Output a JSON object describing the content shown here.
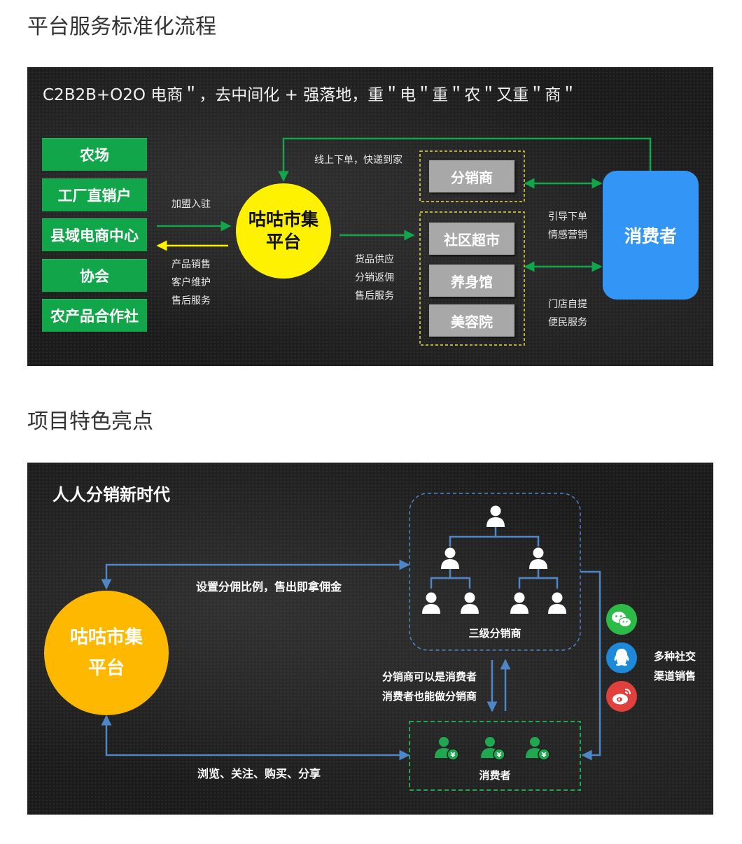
{
  "section1": {
    "title": "平台服务标准化流程",
    "headline": "C2B2B+O2O 电商＂，去中间化 + 强落地，重＂电＂重＂农＂又重＂商＂",
    "suppliers": [
      "农场",
      "工厂直销户",
      "县域电商中心",
      "协会",
      "农产品合作社"
    ],
    "join_label": "加盟入驻",
    "platform_services": [
      "产品销售",
      "客户维护",
      "售后服务"
    ],
    "platform": {
      "line1": "咕咕市集",
      "line2": "平台"
    },
    "order_label": "线上下单，快递到家",
    "supply_services": [
      "货品供应",
      "分销返佣",
      "售后服务"
    ],
    "distributor": "分销商",
    "stores": [
      "社区超市",
      "养身馆",
      "美容院"
    ],
    "consumer": "消费者",
    "upper_labels": [
      "引导下单",
      "情感营销"
    ],
    "lower_labels": [
      "门店自提",
      "便民服务"
    ],
    "colors": {
      "green": "#12a64a",
      "yellow": "#fff200",
      "blue": "#3396f6",
      "gray": "#a8a8a8",
      "dash_yellow": "#e9d84a"
    }
  },
  "section2": {
    "title": "项目特色亮点",
    "headline": "人人分销新时代",
    "platform": {
      "line1": "咕咕市集",
      "line2": "平台"
    },
    "top_arrow_label": "设置分佣比例，售出即拿佣金",
    "bottom_arrow_label": "浏览、关注、购买、分享",
    "tree_label": "三级分销商",
    "middle_labels": [
      "分销商可以是消费者",
      "消费者也能做分销商"
    ],
    "consumers_label": "消费者",
    "social_label": [
      "多种社交",
      "渠道销售"
    ],
    "social_icons": [
      "wechat-icon",
      "qq-icon",
      "weibo-icon"
    ],
    "colors": {
      "orange": "#ffb800",
      "blue_line": "#4f86c6",
      "green_dash": "#1fa84f",
      "blue_dash": "#4f86c6",
      "wechat": "#2dbb48",
      "qq": "#1d8ad9",
      "weibo": "#e0413c"
    }
  }
}
